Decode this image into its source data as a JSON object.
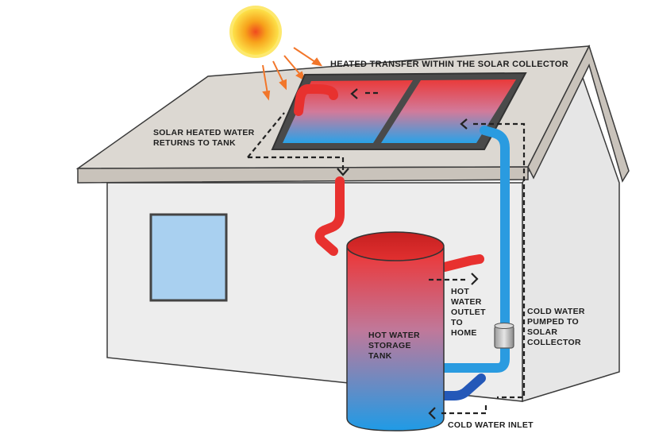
{
  "labels": {
    "heated_transfer": "HEATED TRANSFER WITHIN THE SOLAR COLLECTOR",
    "solar_heated_water": [
      "SOLAR HEATED WATER",
      "RETURNS TO TANK"
    ],
    "hot_water_outlet": [
      "HOT",
      "WATER",
      "OUTLET",
      "TO",
      "HOME"
    ],
    "cold_water_pumped": [
      "COLD WATER",
      "PUMPED TO",
      "SOLAR",
      "COLLECTOR"
    ],
    "hot_water_tank": [
      "HOT WATER",
      "STORAGE",
      "TANK"
    ],
    "cold_water_inlet": "COLD WATER INLET"
  },
  "colors": {
    "hot": "#e8312f",
    "cold": "#2a9be0",
    "cold_inlet_pipe": "#2458b8",
    "sun_core": "#f7a21b",
    "sun_glow": "#fde24a",
    "ray": "#f2762a",
    "wall": "#ececec",
    "roof": "#dcd8d2",
    "window": "#a9d0f0",
    "outline": "#3a3a3a"
  },
  "icons": [
    "sun-icon",
    "flow-arrow-icon",
    "pump-icon"
  ]
}
